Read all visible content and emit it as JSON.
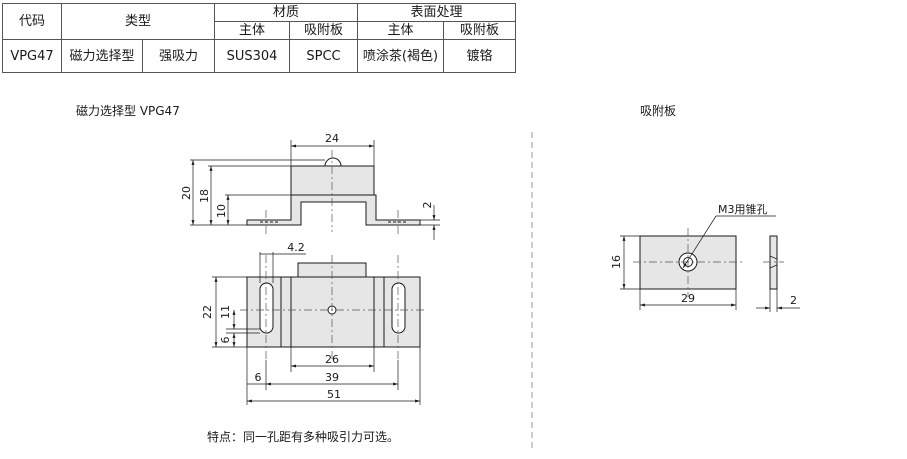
{
  "table": {
    "header_code": "代码",
    "header_type": "类型",
    "header_material": "材质",
    "header_surface": "表面处理",
    "sub_main1": "主体",
    "sub_plate1": "吸附板",
    "sub_main2": "主体",
    "sub_plate2": "吸附板",
    "row": {
      "code": "VPG47",
      "type1": "磁力选择型",
      "type2": "强吸力",
      "mat_main": "SUS304",
      "mat_plate": "SPCC",
      "surf_main": "喷涂茶(褐色)",
      "surf_plate": "镀铬"
    }
  },
  "captions": {
    "left_title": "磁力选择型  VPG47",
    "right_title": "吸附板",
    "note": "特点：同一孔距有多种吸引力可选。"
  },
  "dims": {
    "side_width": "24",
    "side_h20": "20",
    "side_h18": "18",
    "side_h10": "10",
    "side_t2": "2",
    "top_slot": "4.2",
    "top_22": "22",
    "top_11": "11",
    "top_6v": "6",
    "top_26": "26",
    "top_6h": "6",
    "top_39": "39",
    "top_51": "51",
    "plate_hole": "M3用锥孔",
    "plate_16": "16",
    "plate_29": "29",
    "plate_2": "2"
  }
}
